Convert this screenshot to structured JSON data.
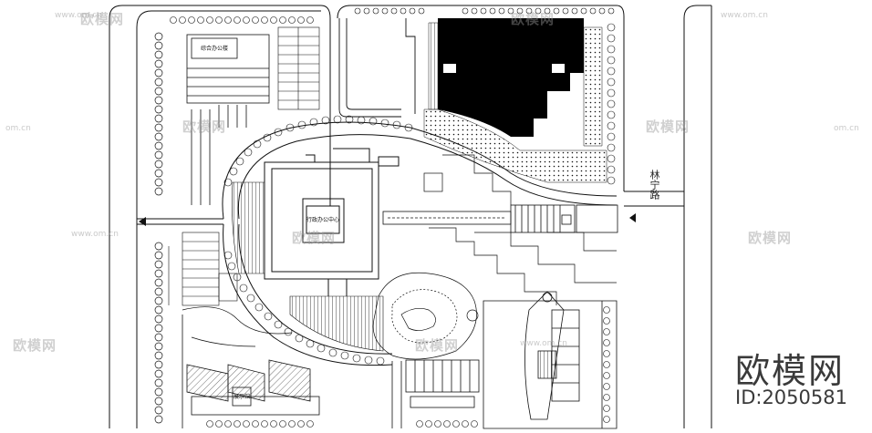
{
  "road_name": "林宁路",
  "brand": {
    "name": "欧模网",
    "id": "ID:2050581"
  },
  "watermark": {
    "text": "欧模网",
    "url": "www.om.cn",
    "short_url": "om.cn"
  },
  "building_labels": {
    "north_west": "综合办公楼",
    "center": "行政办公中心",
    "south_west": "展示馆"
  },
  "colors": {
    "line": "#111111",
    "fill_dark": "#000000",
    "background": "#ffffff"
  }
}
